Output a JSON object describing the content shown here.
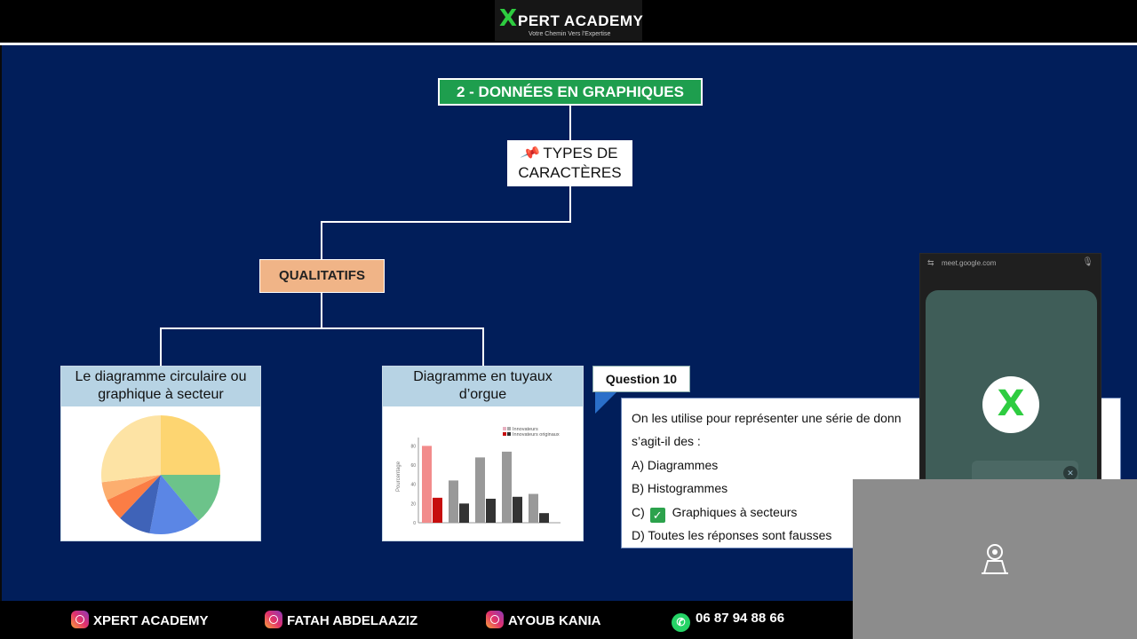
{
  "header": {
    "logo_mark": "X",
    "logo_name": "PERT ACADEMY",
    "logo_tagline": "Votre Chemin Vers l'Expertise"
  },
  "slide": {
    "title": "2 - DONNÉES EN GRAPHIQUES",
    "types_line1": "TYPES DE",
    "types_line2": "CARACTÈRES",
    "qualitatifs": "QUALITATIFS",
    "card1_line1": "Le diagramme circulaire ou",
    "card1_line2": "graphique à secteur",
    "card2_line1": "Diagramme en tuyaux",
    "card2_line2": "d’orgue"
  },
  "question": {
    "label": "Question 10",
    "line1": "On les utilise pour représenter une série de donn",
    "line2": "s’agit-il des :",
    "a": "A) Diagrammes",
    "b": "B) Histogrammes",
    "c_prefix": "C)",
    "c_text": "Graphiques à secteurs",
    "d": "D) Toutes les réponses sont fausses"
  },
  "meet": {
    "url": "meet.google.com",
    "avatar_mark": "X"
  },
  "footer": {
    "social1": "XPERT ACADEMY",
    "social2": "FATAH ABDELAAZIZ",
    "social3": "AYOUB KANIA",
    "phone": "06 87 94 88 66"
  },
  "colors": {
    "slide_bg": "#011e5a",
    "title_green": "#1e9e4e",
    "qualitatifs_orange": "#f0b487",
    "card_header_blue": "#b7d3e4"
  },
  "pie_chart": {
    "type": "pie",
    "values": [
      25,
      14,
      14,
      9,
      6,
      5,
      27
    ],
    "colors": [
      "#fdd571",
      "#6cc38a",
      "#5b86e5",
      "#3f63b8",
      "#fb7d45",
      "#fcae6f",
      "#fde3a4"
    ]
  },
  "bar_chart": {
    "type": "bar",
    "legend": [
      "Innovateurs",
      "Innovateurs originaux"
    ],
    "ylabel": "Pourcentage",
    "yticks": [
      "80",
      "60",
      "40",
      "20",
      "0"
    ],
    "ylim": [
      0,
      85
    ],
    "series": [
      {
        "values": [
          80,
          44,
          68,
          74,
          30
        ]
      },
      {
        "values": [
          26,
          20,
          25,
          27,
          10
        ]
      }
    ]
  }
}
